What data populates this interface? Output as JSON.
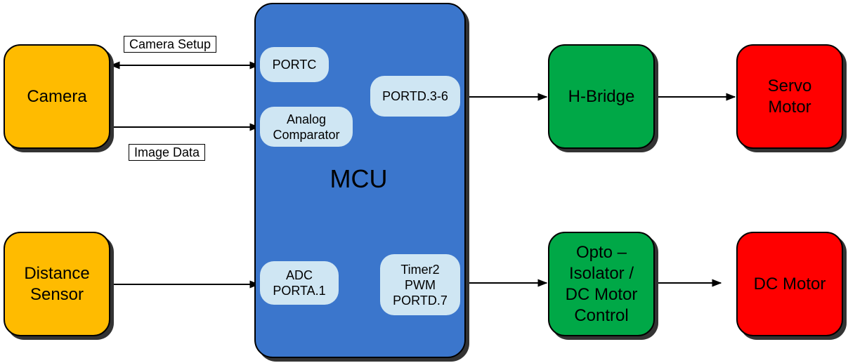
{
  "blocks": {
    "camera": "Camera",
    "distance_sensor": [
      "Distance",
      "Sensor"
    ],
    "mcu": "MCU",
    "h_bridge": "H-Bridge",
    "servo_motor": [
      "Servo",
      "Motor"
    ],
    "opto_isolator": [
      "Opto –",
      "Isolator /",
      "DC Motor",
      "Control"
    ],
    "dc_motor": "DC Motor"
  },
  "ports": {
    "portc": "PORTC",
    "analog_comparator": [
      "Analog",
      "Comparator"
    ],
    "portd_3_6": "PORTD.3-6",
    "adc": [
      "ADC",
      "PORTA.1"
    ],
    "timer2": [
      "Timer2",
      "PWM",
      "PORTD.7"
    ]
  },
  "labels": {
    "camera_setup": "Camera Setup",
    "image_data": "Image Data"
  },
  "colors": {
    "input_block": "#ffbb00",
    "mcu": "#3b76cc",
    "port": "#cfe6f3",
    "driver_block": "#00a847",
    "motor_block": "#ff0000"
  }
}
